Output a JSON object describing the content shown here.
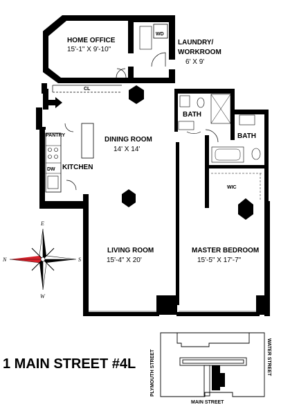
{
  "rooms": {
    "home_office": {
      "name": "HOME OFFICE",
      "size": "15'-1\" X 9'-10\""
    },
    "laundry": {
      "name_line1": "LAUNDRY/",
      "name_line2": "WORKROOM",
      "size": "6' X 9'"
    },
    "wd": "WD",
    "cl": "CL",
    "bath1": "BATH",
    "bath2": "BATH",
    "pantry": "PANTRY",
    "dw": "DW",
    "kitchen": "KITCHEN",
    "dining": {
      "name": "DINING ROOM",
      "size": "14' X 14'"
    },
    "wic": "WIC",
    "living": {
      "name": "LIVING ROOM",
      "size": "15'-4\" X 20'"
    },
    "master": {
      "name": "MASTER BEDROOM",
      "size": "15'-5\" X 17'-7\""
    }
  },
  "title": "1 MAIN STREET #4L",
  "compass": {
    "n": "N",
    "s": "S",
    "e": "E",
    "w": "W"
  },
  "site": {
    "left_street": "PLYMOUTH STREET",
    "right_street": "WATER STREET",
    "bottom_street": "MAIN STREET"
  },
  "colors": {
    "wall": "#000000",
    "compass_needle": "#d6202a"
  }
}
